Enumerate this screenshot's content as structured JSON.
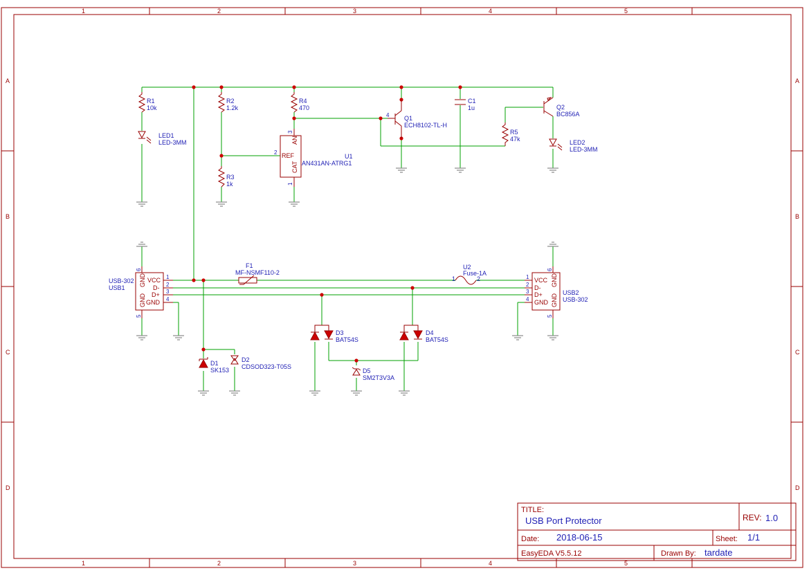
{
  "frame": {
    "columns": [
      "1",
      "2",
      "3",
      "4",
      "5"
    ],
    "rows": [
      "A",
      "B",
      "C",
      "D"
    ]
  },
  "title_block": {
    "title_label": "TITLE:",
    "title": "USB Port Protector",
    "rev_label": "REV:",
    "rev": "1.0",
    "date_label": "Date:",
    "date": "2018-06-15",
    "sheet_label": "Sheet:",
    "sheet": "1/1",
    "software": "EasyEDA V5.5.12",
    "drawn_label": "Drawn By:",
    "drawn_by": "tardate"
  },
  "components": {
    "r1": {
      "ref": "R1",
      "value": "10k"
    },
    "led1": {
      "ref": "LED1",
      "value": "LED-3MM"
    },
    "r2": {
      "ref": "R2",
      "value": "1.2k"
    },
    "r3": {
      "ref": "R3",
      "value": "1k"
    },
    "r4": {
      "ref": "R4",
      "value": "470"
    },
    "u1": {
      "ref": "U1",
      "value": "AN431AN-ATRG1",
      "pin_an": "AN",
      "pin_ref": "REF",
      "pin_cat": "CAT",
      "pin1": "1",
      "pin2": "2",
      "pin3": "3"
    },
    "q1": {
      "ref": "Q1",
      "value": "ECH8102-TL-H",
      "pin4": "4"
    },
    "c1": {
      "ref": "C1",
      "value": "1u"
    },
    "q2": {
      "ref": "Q2",
      "value": "BC856A"
    },
    "r5": {
      "ref": "R5",
      "value": "47k"
    },
    "led2": {
      "ref": "LED2",
      "value": "LED-3MM"
    },
    "usb1": {
      "ref": "USB1",
      "value": "USB-302",
      "pins": [
        "VCC",
        "D-",
        "D+",
        "GND"
      ],
      "gnd_label": "GND",
      "pin_numbers": [
        "1",
        "2",
        "3",
        "4",
        "5",
        "6"
      ]
    },
    "usb2": {
      "ref": "USB2",
      "value": "USB-302",
      "pins": [
        "VCC",
        "D-",
        "D+",
        "GND"
      ],
      "gnd_label": "GND",
      "pin_numbers": [
        "1",
        "2",
        "3",
        "4",
        "5",
        "6"
      ]
    },
    "f1": {
      "ref": "F1",
      "value": "MF-NSMF110-2"
    },
    "u2": {
      "ref": "U2",
      "value": "Fuse-1A",
      "pin1": "1",
      "pin2": "2"
    },
    "d1": {
      "ref": "D1",
      "value": "SK153"
    },
    "d2": {
      "ref": "D2",
      "value": "CDSOD323-T05S"
    },
    "d3": {
      "ref": "D3",
      "value": "BAT54S"
    },
    "d4": {
      "ref": "D4",
      "value": "BAT54S"
    },
    "d5": {
      "ref": "D5",
      "value": "SM2T3V3A"
    }
  }
}
